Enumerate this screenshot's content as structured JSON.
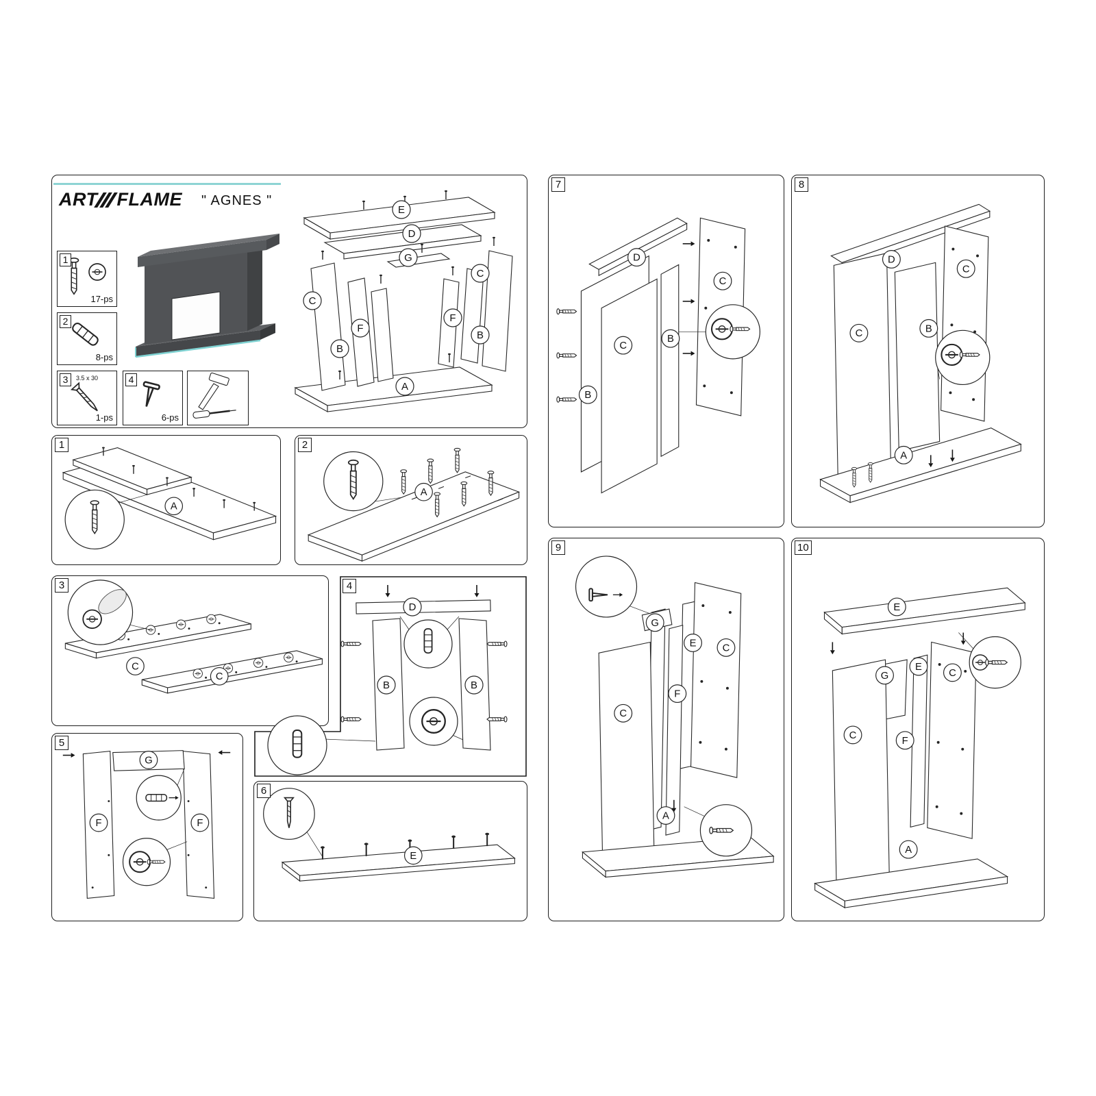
{
  "colors": {
    "accent_teal": "#8ed4d4",
    "render_dark": "#515356",
    "line": "#1c1c1c"
  },
  "header": {
    "brand_left": "ART",
    "brand_right": "FLAME",
    "product": "\" AGNES \""
  },
  "hardware": [
    {
      "num": "1",
      "qty": "17-ps",
      "item": "cam-bolt-and-cam-lock"
    },
    {
      "num": "2",
      "qty": "8-ps",
      "item": "wood-dowel"
    },
    {
      "num": "3",
      "qty": "1-ps",
      "size": "3.5 x 30",
      "item": "wood-screw"
    },
    {
      "num": "4",
      "qty": "6-ps",
      "item": "nail-tack"
    }
  ],
  "tools": [
    "hammer",
    "screwdriver"
  ],
  "steps": [
    {
      "num": "1"
    },
    {
      "num": "2"
    },
    {
      "num": "3"
    },
    {
      "num": "4"
    },
    {
      "num": "5"
    },
    {
      "num": "6"
    },
    {
      "num": "7"
    },
    {
      "num": "8"
    },
    {
      "num": "9"
    },
    {
      "num": "10"
    }
  ],
  "labels": {
    "A": "A",
    "B": "B",
    "C": "C",
    "D": "D",
    "E": "E",
    "F": "F",
    "G": "G"
  }
}
